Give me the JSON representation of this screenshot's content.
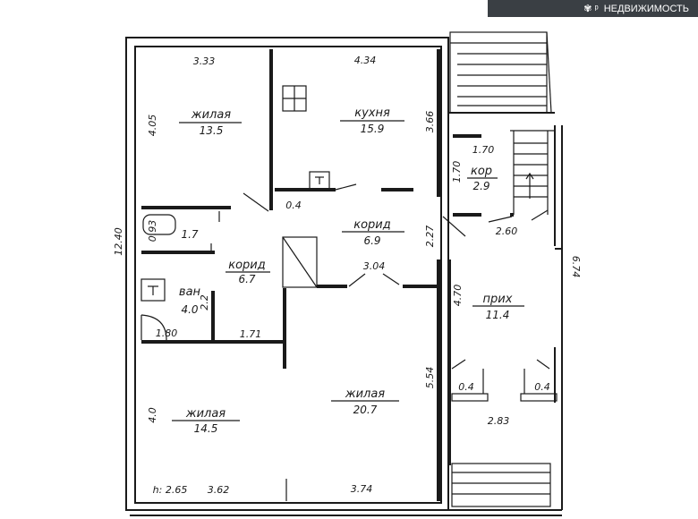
{
  "brand": {
    "text": "НЕДВИЖИМОСТЬ",
    "logo": "realty-logo-icon",
    "bg": "#3a3f44"
  },
  "rooms": [
    {
      "key": "living1",
      "label": "жилая",
      "area": "13.5"
    },
    {
      "key": "kitchen",
      "label": "кухня",
      "area": "15.9"
    },
    {
      "key": "corridor1",
      "label": "корид",
      "area": "6.9"
    },
    {
      "key": "corridor2",
      "label": "корид",
      "area": "6.7"
    },
    {
      "key": "bath",
      "label": "ван",
      "area": "4.0"
    },
    {
      "key": "wc",
      "label": "",
      "area": "1.7"
    },
    {
      "key": "closet",
      "label": "кор",
      "area": "2.9"
    },
    {
      "key": "hall",
      "label": "прих",
      "area": "11.4"
    },
    {
      "key": "living2",
      "label": "жилая",
      "area": "14.5"
    },
    {
      "key": "living3",
      "label": "жилая",
      "area": "20.7"
    }
  ],
  "dimensions": [
    "3.33",
    "4.34",
    "4.05",
    "3.66",
    "12.40",
    "1.70",
    "1.70",
    "0.4",
    "2.27",
    "2.60",
    "6.74",
    "0.93",
    "3.04",
    "4.70",
    "2.2",
    "1.80",
    "1.71",
    "5.54",
    "0.4",
    "0.4",
    "4.0",
    "2.83",
    "h: 2.65",
    "3.62",
    "3.74"
  ]
}
